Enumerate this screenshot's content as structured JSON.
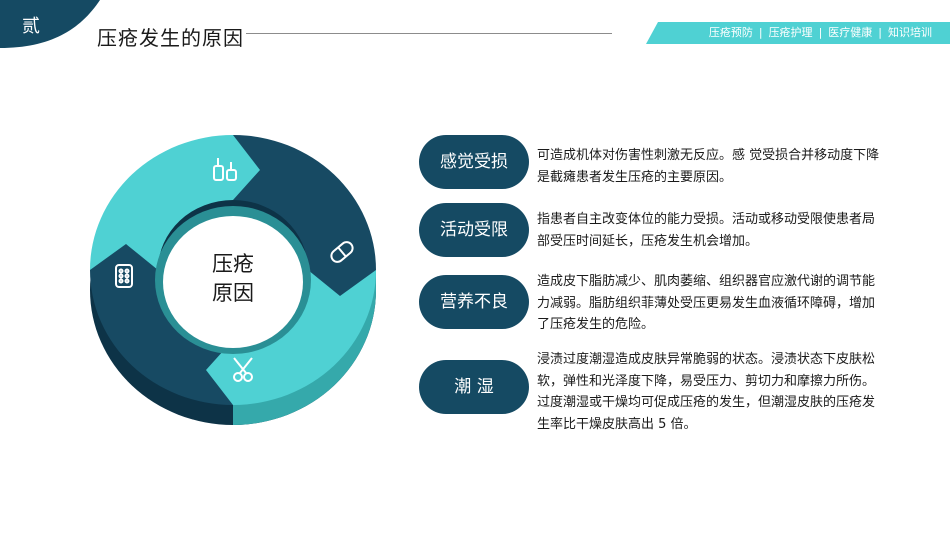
{
  "header": {
    "section_number": "贰",
    "title": "压疮发生的原因",
    "tags": [
      "压疮预防",
      "压疮护理",
      "医疗健康",
      "知识培训"
    ],
    "tag_separator": "|"
  },
  "diagram": {
    "center_label_line1": "压疮",
    "center_label_line2": "原因",
    "segments": [
      {
        "icon": "bottles-icon",
        "color": "#4fd1d3"
      },
      {
        "icon": "pill-capsule-icon",
        "color": "#174a63"
      },
      {
        "icon": "scissors-icon",
        "color": "#4fd1d3"
      },
      {
        "icon": "pill-pack-icon",
        "color": "#174a63"
      }
    ]
  },
  "causes": [
    {
      "label": "感觉受损",
      "text": "可造成机体对伤害性刺激无反应。感 觉受损合并移动度下降是截瘫患者发生压疮的主要原因。"
    },
    {
      "label": "活动受限",
      "text": "指患者自主改变体位的能力受损。活动或移动受限使患者局部受压时间延长，压疮发生机会增加。"
    },
    {
      "label": "营养不良",
      "text": "造成皮下脂肪减少、肌肉萎缩、组织器官应激代谢的调节能力减弱。脂肪组织菲薄处受压更易发生血液循环障碍，增加了压疮发生的危险。"
    },
    {
      "label": "潮 湿",
      "text": "浸渍过度潮湿造成皮肤异常脆弱的状态。浸渍状态下皮肤松软，弹性和光泽度下降，易受压力、剪切力和摩擦力所伤。过度潮湿或干燥均可促成压疮的发生，但潮湿皮肤的压疮发生率比干燥皮肤高出 5 倍。"
    }
  ],
  "colors": {
    "dark": "#154a63",
    "teal": "#4fd1d3",
    "teal_shadow": "#35a9ab",
    "dark_shadow": "#0d3347"
  }
}
